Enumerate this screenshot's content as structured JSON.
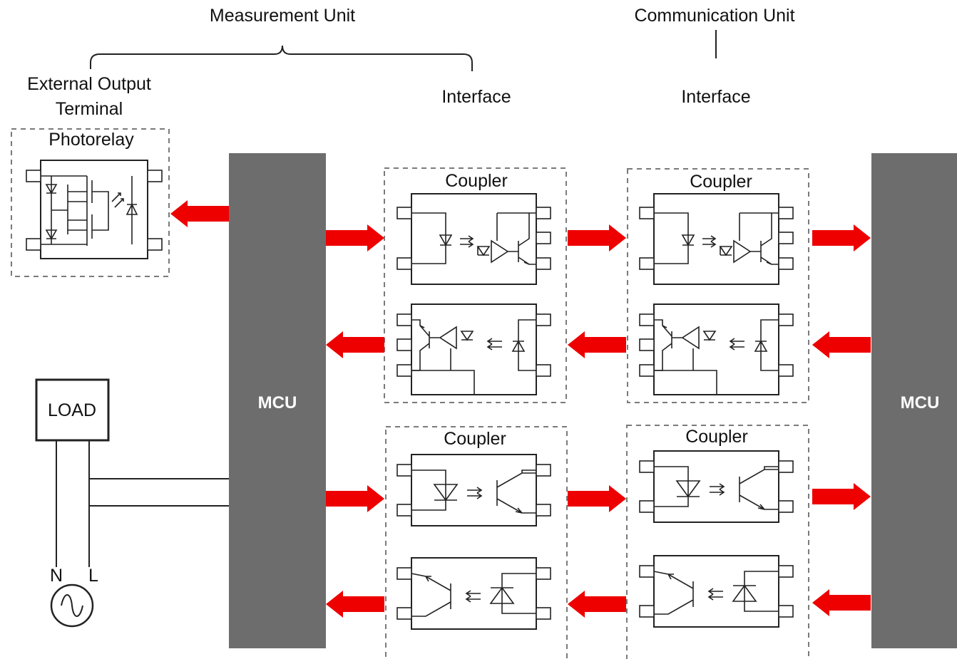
{
  "labels": {
    "measurement_unit": "Measurement Unit",
    "communication_unit": "Communication Unit",
    "external_output_line1": "External Output",
    "external_output_line2": "Terminal",
    "interface_left": "Interface",
    "interface_right": "Interface",
    "photorelay": "Photorelay",
    "mcu_left": "MCU",
    "mcu_right": "MCU",
    "load": "LOAD",
    "neutral": "N",
    "line": "L"
  },
  "couplers": [
    {
      "label": "Coupler",
      "unit": "measurement",
      "row": "upper"
    },
    {
      "label": "Coupler",
      "unit": "communication",
      "row": "upper"
    },
    {
      "label": "Coupler",
      "unit": "measurement",
      "row": "lower"
    },
    {
      "label": "Coupler",
      "unit": "communication",
      "row": "lower"
    }
  ],
  "colors": {
    "mcu_block": "#6d6d6d",
    "arrow": "#ee0000",
    "outline": "#222222",
    "dashed_border": "#7a7a7a"
  },
  "icons": [
    "photorelay-icon",
    "ic-coupler-icon",
    "transistor-coupler-icon",
    "ac-source-icon"
  ]
}
